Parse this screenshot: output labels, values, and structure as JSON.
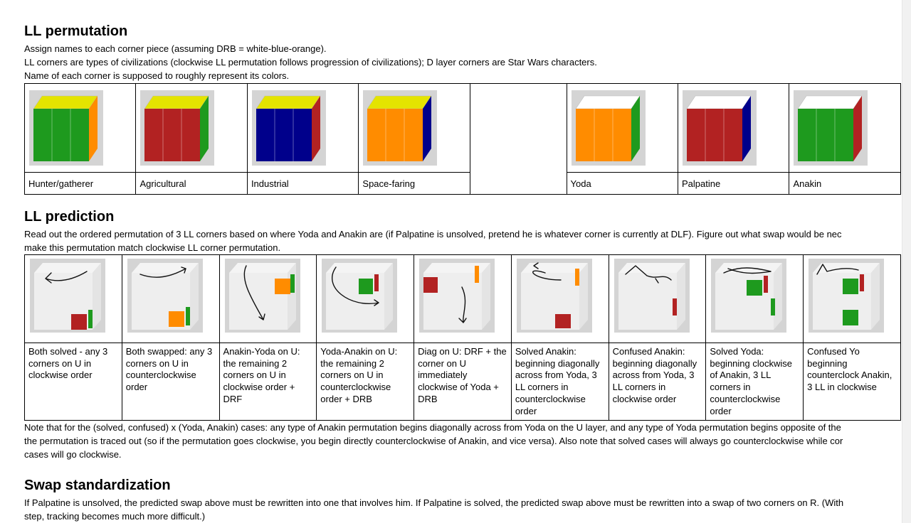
{
  "sections": {
    "ll_permutation": {
      "title": "LL permutation",
      "lines": [
        "Assign names to each corner piece (assuming DRB = white-blue-orange).",
        "LL corners are types of civilizations (clockwise LL permutation follows progression of civilizations); D layer corners are Star Wars characters.",
        "Name of each corner is supposed to roughly represent its colors."
      ],
      "corners": [
        {
          "label": "Hunter/gatherer",
          "top": "#e4e400",
          "front": "#1e9a1e",
          "side": "#ff8c00"
        },
        {
          "label": "Agricultural",
          "top": "#e4e400",
          "front": "#b22222",
          "side": "#1e9a1e"
        },
        {
          "label": "Industrial",
          "top": "#e4e400",
          "front": "#00008b",
          "side": "#b22222"
        },
        {
          "label": "Space-faring",
          "top": "#e4e400",
          "front": "#ff8c00",
          "side": "#00008b"
        },
        {
          "label": "",
          "top": "",
          "front": "",
          "side": ""
        },
        {
          "label": "Yoda",
          "top": "#ffffff",
          "front": "#ff8c00",
          "side": "#1e9a1e"
        },
        {
          "label": "Palpatine",
          "top": "#ffffff",
          "front": "#b22222",
          "side": "#00008b"
        },
        {
          "label": "Anakin",
          "top": "#ffffff",
          "front": "#1e9a1e",
          "side": "#b22222"
        }
      ]
    },
    "ll_prediction": {
      "title": "LL prediction",
      "lines": [
        "Read out the ordered permutation of 3 LL corners based on where Yoda and Anakin are (if Palpatine is unsolved, pretend he is whatever corner is currently at DLF). Figure out what swap would be nec",
        "make this permutation match clockwise LL corner permutation."
      ],
      "cases": [
        "Both solved - any 3 corners on U in clockwise order",
        "Both swapped: any 3 corners on U in counterclockwise order",
        "Anakin-Yoda on U: the remaining 2 corners on U in clockwise order + DRF",
        "Yoda-Anakin on U: the remaining 2 corners on U in counterclockwise order + DRB",
        "Diag on U: DRF + the corner on U immediately clockwise of Yoda + DRB",
        "Solved Anakin: beginning diagonally across from Yoda, 3 LL corners in counterclockwise order",
        "Confused Anakin: beginning diagonally across from Yoda, 3 LL corners in clockwise order",
        "Solved Yoda: beginning clockwise of Anakin, 3 LL corners in counterclockwise order",
        "Confused Yo beginning counterclock Anakin, 3 LL in clockwise"
      ],
      "note_lines": [
        "Note that for the (solved, confused) x (Yoda, Anakin) cases: any type of Anakin permutation begins diagonally across from Yoda on the U layer, and any type of Yoda permutation begins opposite of the",
        "the permutation is traced out (so if the permutation goes clockwise, you begin directly counterclockwise of Anakin, and vice versa). Also note that solved cases will always go counterclockwise while cor",
        "cases will go clockwise."
      ]
    },
    "swap_standardization": {
      "title": "Swap standardization",
      "lines": [
        "If Palpatine is unsolved, the predicted swap above must be rewritten into one that involves him. If Palpatine is solved, the predicted swap above must be rewritten into a swap of two corners on R. (With",
        "step, tracking becomes much more difficult.)"
      ]
    }
  },
  "colors": {
    "yellow": "#e4e400",
    "green": "#1e9a1e",
    "red": "#b22222",
    "blue": "#00008b",
    "orange": "#ff8c00",
    "sticker_white": "#f2f2f2",
    "image_bg": "#d4d4d4"
  }
}
